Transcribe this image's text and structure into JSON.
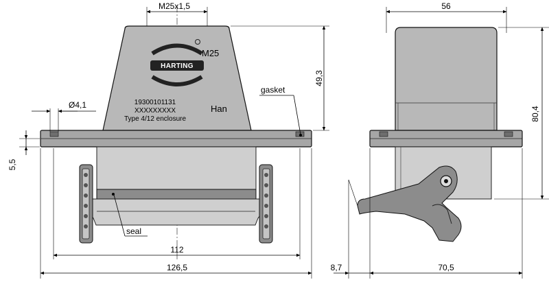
{
  "front_view": {
    "dims": {
      "thread": "M25x1,5",
      "height": "49,3",
      "hole_dia": "Ø4,1",
      "flange_thk": "5,5",
      "inner_width": "112",
      "overall_width": "126,5"
    },
    "labels": {
      "gasket": "gasket",
      "seal": "seal"
    },
    "markings": {
      "logo_text": "HARTING",
      "thread_mark": "M25",
      "part_number": "19300101131",
      "batch": "XXXXXXXXX",
      "type": "Type 4/12 enclosure",
      "series": "Han"
    }
  },
  "side_view": {
    "dims": {
      "top_width": "56",
      "overall_height": "80,4",
      "lever_offset": "8,7",
      "base_width": "70,5"
    }
  },
  "colors": {
    "housing": "#b8b8b8",
    "dark_part": "#8c8c8c",
    "lines": "#000000"
  }
}
